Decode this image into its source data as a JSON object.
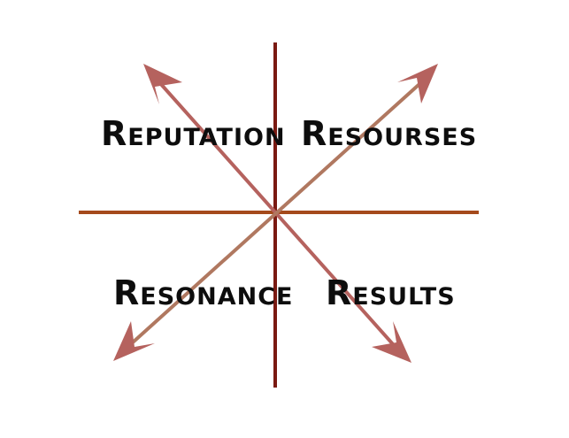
{
  "quadrants": {
    "top_left": "Reputation",
    "top_right": "Resourses",
    "bottom_left": "Resonance",
    "bottom_right": "Results"
  },
  "colors": {
    "vertical_axis": "#7a1a12",
    "horizontal_axis": "#a54a1c",
    "diagonal_tl_br": "#b5625e",
    "diagonal_bl_tr": "#b07860",
    "arrowheads": "#b5625e"
  }
}
